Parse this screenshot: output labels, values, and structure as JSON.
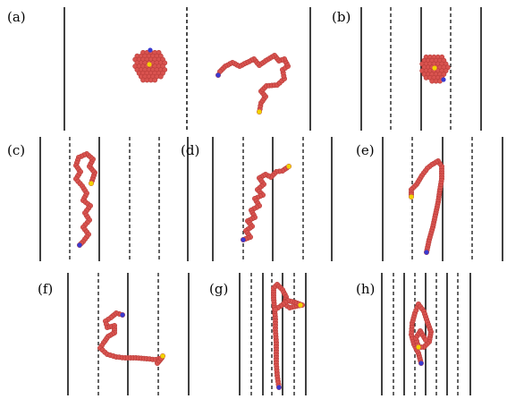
{
  "figure": {
    "colors": {
      "background": "#ffffff",
      "line": "#111111",
      "bead": "#d9534f",
      "bead_stroke": "#b63b38",
      "end_start": "#f2d300",
      "end_finish": "#3a3ad0"
    },
    "panels": [
      {
        "id": "a",
        "label": "(a)",
        "panes": [
          {
            "walls": [
              "solid",
              "dashed"
            ],
            "conformation": "globule"
          },
          {
            "walls": [
              "dashed",
              "solid"
            ],
            "conformation": "extended"
          }
        ]
      },
      {
        "id": "b",
        "label": "(b)",
        "panes": [
          {
            "walls": [
              "solid",
              "dashed",
              "solid",
              "dashed",
              "solid"
            ],
            "conformation": "globule"
          }
        ]
      },
      {
        "id": "c",
        "label": "(c)",
        "panes": [
          {
            "walls": [
              "solid",
              "dashed",
              "solid",
              "dashed",
              "dashed",
              "solid"
            ],
            "conformation": "extended"
          }
        ]
      },
      {
        "id": "d",
        "label": "(d)",
        "panes": [
          {
            "walls": [
              "solid",
              "dashed",
              "solid",
              "dashed",
              "solid"
            ],
            "conformation": "extended"
          }
        ]
      },
      {
        "id": "e",
        "label": "(e)",
        "panes": [
          {
            "walls": [
              "solid",
              "dashed",
              "solid",
              "dashed",
              "solid"
            ],
            "conformation": "hairpin"
          }
        ]
      },
      {
        "id": "f",
        "label": "(f)",
        "panes": [
          {
            "walls": [
              "solid",
              "dashed",
              "solid",
              "dashed",
              "solid"
            ],
            "conformation": "extended"
          }
        ]
      },
      {
        "id": "g",
        "label": "(g)",
        "panes": [
          {
            "walls": [
              "solid",
              "dashed",
              "solid",
              "dashed",
              "solid",
              "dashed",
              "solid"
            ],
            "conformation": "hairpin"
          }
        ]
      },
      {
        "id": "h",
        "label": "(h)",
        "panes": [
          {
            "walls": [
              "solid",
              "dashed",
              "solid",
              "dashed",
              "solid",
              "dashed",
              "solid",
              "dashed",
              "solid"
            ],
            "conformation": "loop"
          }
        ]
      }
    ]
  }
}
